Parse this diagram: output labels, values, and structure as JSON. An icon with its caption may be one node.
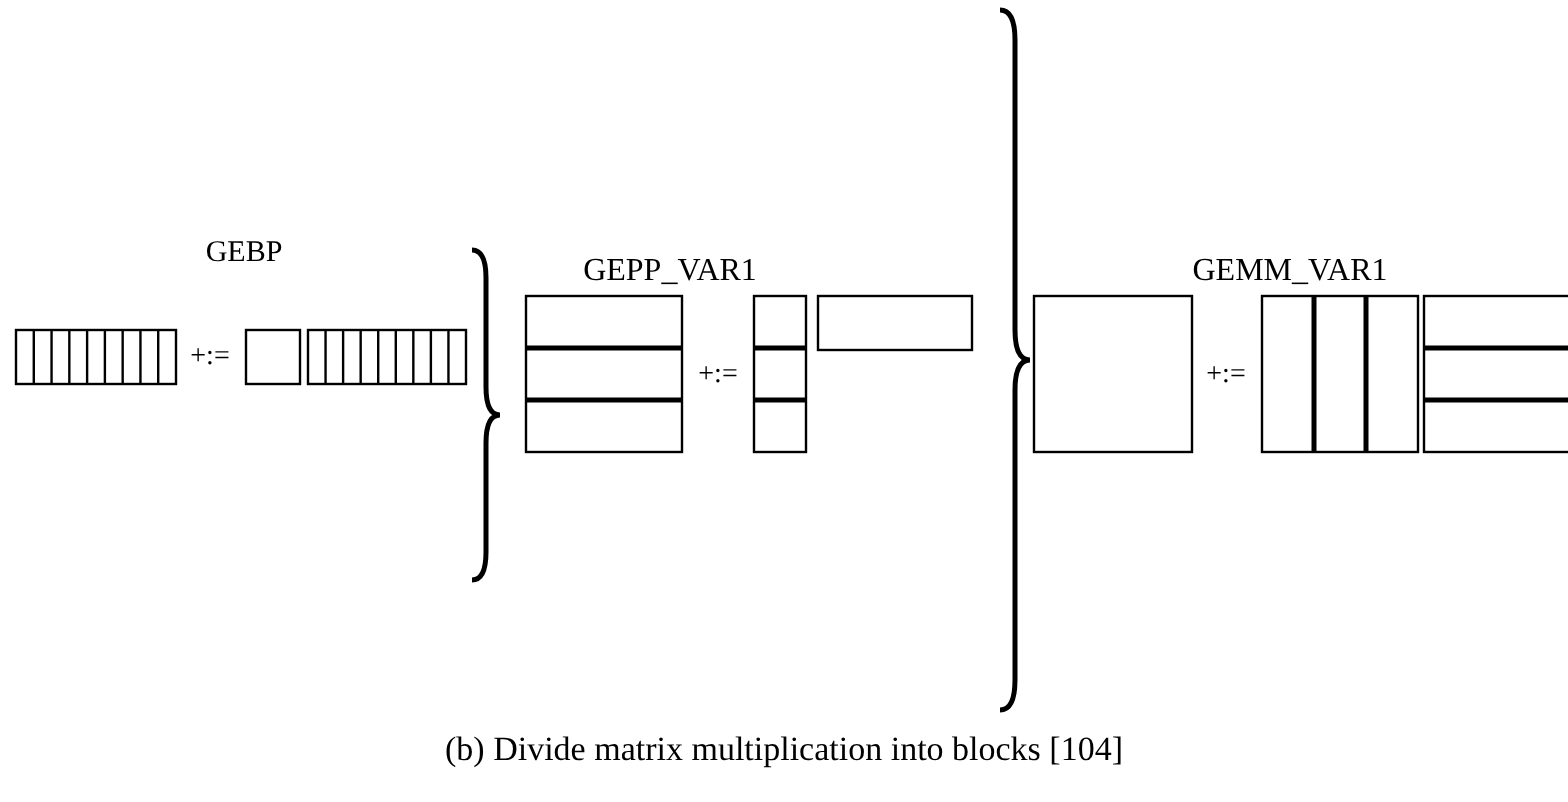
{
  "diagram": {
    "caption": "(b) Divide matrix multiplication into blocks [104]",
    "labels": [
      "GEBP",
      "+:=",
      "GEPP_VAR1",
      "+:=",
      "GEMM_VAR1",
      "+:="
    ]
  }
}
